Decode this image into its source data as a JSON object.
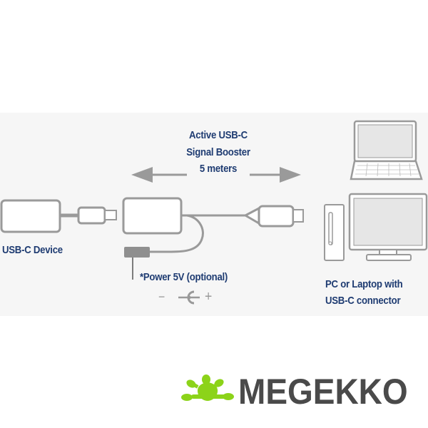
{
  "diagram": {
    "title_lines": [
      "Active USB-C",
      "Signal Booster",
      "5 meters"
    ],
    "device_label": "USB-C Device",
    "power_label": "*Power 5V (optional)",
    "polarity_minus": "−",
    "polarity_plus": "+",
    "host_label_lines": [
      "PC or Laptop with",
      "USB-C connector"
    ]
  },
  "brand": {
    "name": "MEGEKKO",
    "colors": {
      "logo_green": "#8cd319",
      "text": "#4a4a4a",
      "label_blue": "#1f3c72",
      "line_gray": "#9a9a9a"
    }
  }
}
